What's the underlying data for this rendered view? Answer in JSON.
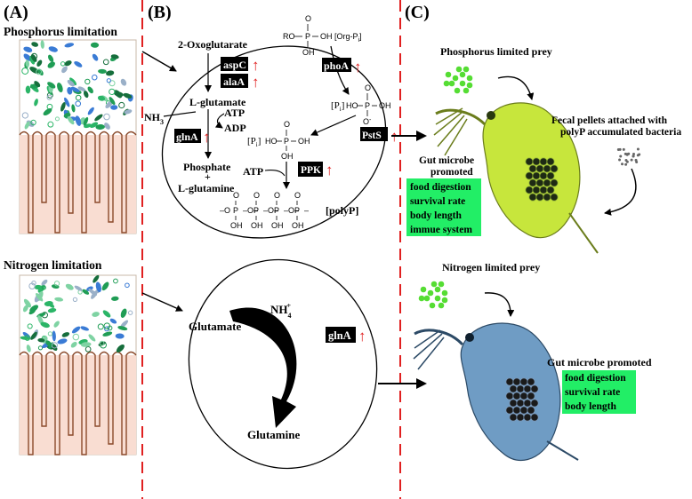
{
  "colors": {
    "divider": "#e02020",
    "highlight": "#22ee66",
    "gene_box": "#000000",
    "gene_text": "#ffffff",
    "up_arrow": "#e02020",
    "prey_dots": "#55dd33",
    "p_daphnia": "#c7e63c",
    "n_daphnia": "#6f9cc4"
  },
  "panels": {
    "A": {
      "label": "(A)",
      "top_title": "Phosphorus limitation",
      "bottom_title": "Nitrogen limitation",
      "icons": [
        "gut-villi-icon",
        "bacteria-cluster-icon"
      ]
    },
    "B": {
      "label": "(B)",
      "top": {
        "oxoglutarate": "2-Oxoglutarate",
        "org_pi": "[Org-P",
        "org_pi_sub": "i",
        "org_pi_close": "]",
        "aspC": "aspC",
        "alaA": "alaA",
        "phoA": "phoA",
        "l_glutamate": "L-glutamate",
        "nh3": "NH",
        "nh3_sub": "3",
        "atp1": "ATP",
        "adp": "ADP",
        "glnA": "glnA",
        "pi_left": "[P",
        "pi_left_sub": "i",
        "pi_left_close": "]",
        "pi_mid": "[P",
        "pi_mid_sub": "i",
        "pi_mid_close": "]",
        "pstS": "PstS",
        "phosphate": "Phosphate",
        "plus": "+",
        "l_glutamine": "L-glutamine",
        "atp2": "ATP",
        "ppk": "PPK",
        "polyp": "[polyP]",
        "ro": "RO",
        "oh": "OH",
        "ho": "HO",
        "o": "O",
        "p": "P",
        "o_minus": "O",
        "minus": "-",
        "chain_start": "–O"
      },
      "bottom": {
        "glutamate": "Glutamate",
        "nh4": "NH",
        "nh4_sub": "4",
        "nh4_sup": "+",
        "glnA": "glnA",
        "glutamine": "Glutamine"
      },
      "up_arrow_glyph": "↑"
    },
    "C": {
      "label": "(C)",
      "top": {
        "prey_title": "Phosphorus limited prey",
        "fecal_line1": "Fecal pellets attached with",
        "fecal_line2": "polyP accumulated bacteria",
        "gut_line1": "Gut microbe",
        "gut_line2": "promoted",
        "effects": [
          "food digestion",
          "survival rate",
          "body length",
          "immue system"
        ]
      },
      "bottom": {
        "prey_title": "Nitrogen limited prey",
        "gut_title": "Gut microbe promoted",
        "effects": [
          "food digestion",
          "survival rate",
          "body length"
        ]
      },
      "icons": [
        "daphnia-icon",
        "prey-algae-icon",
        "fecal-pellet-icon"
      ]
    }
  }
}
